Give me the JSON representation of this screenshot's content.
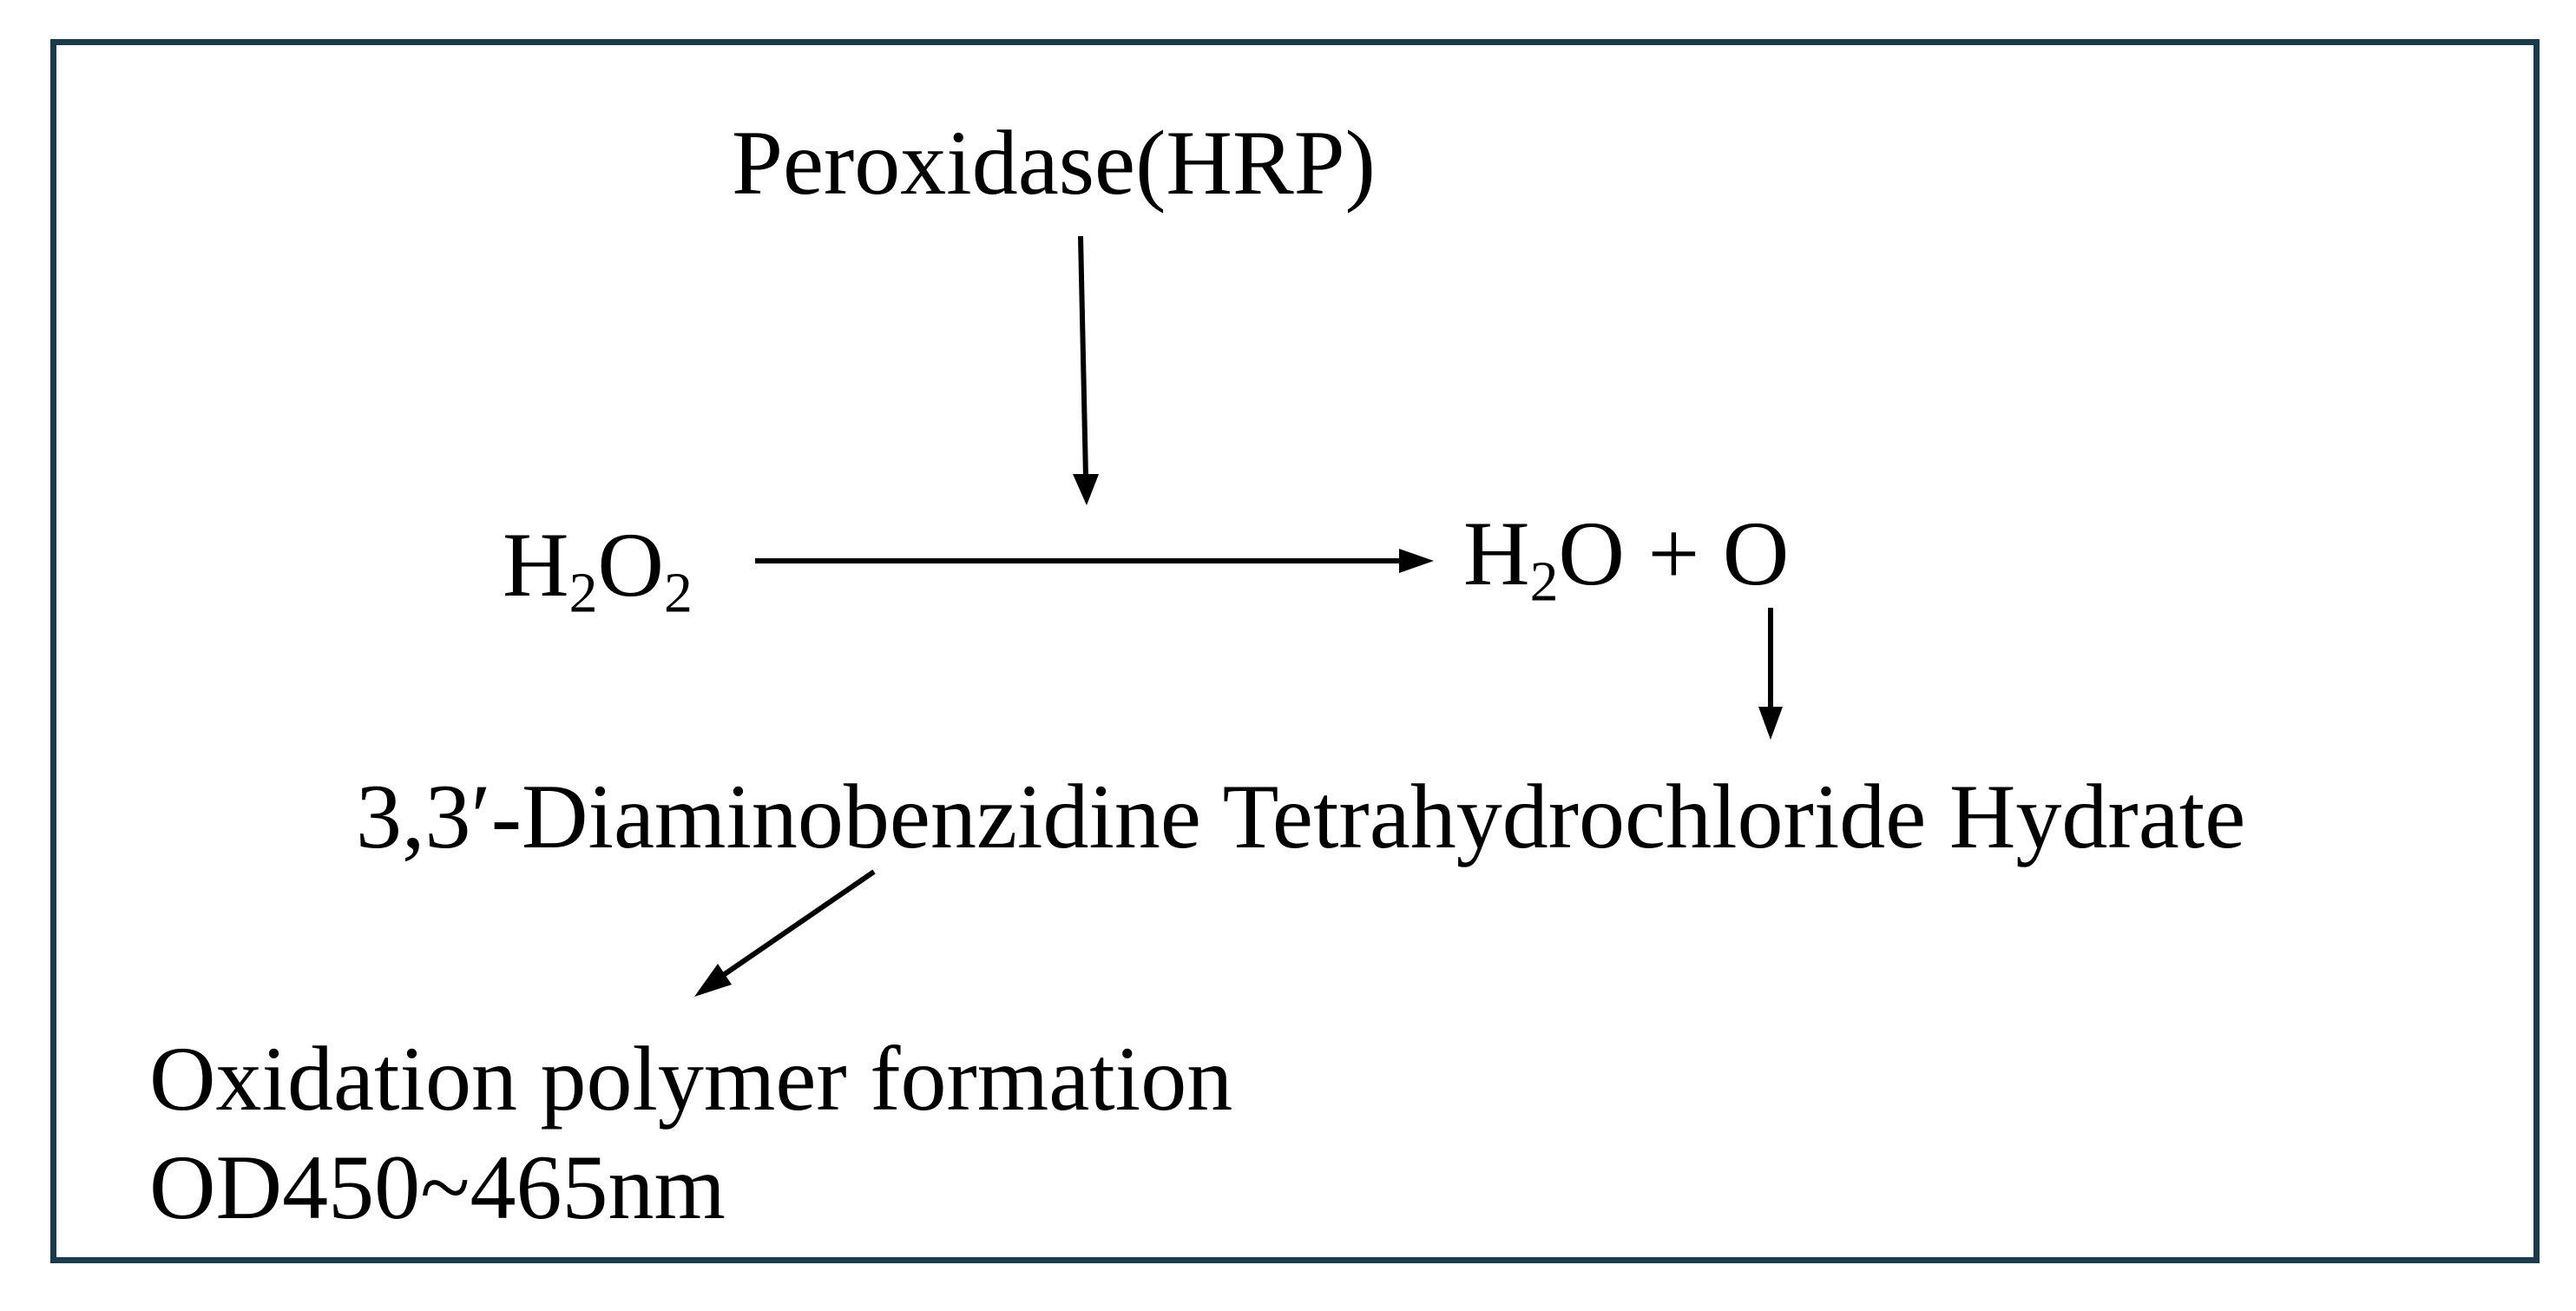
{
  "diagram": {
    "enzyme": "Peroxidase(HRP)",
    "substrate": {
      "base_h": "H",
      "sub_1": "2",
      "base_o": "O",
      "sub_2": "2"
    },
    "products": {
      "base_h": "H",
      "sub": "2",
      "rest": "O + O"
    },
    "chromogen": "3,3′-Diaminobenzidine Tetrahydrochloride Hydrate",
    "result": {
      "line1": "Oxidation polymer formation",
      "line2": "OD450~465nm"
    }
  },
  "colors": {
    "frame_border": "#1b3b4a",
    "text": "#000000",
    "arrow": "#000000"
  }
}
